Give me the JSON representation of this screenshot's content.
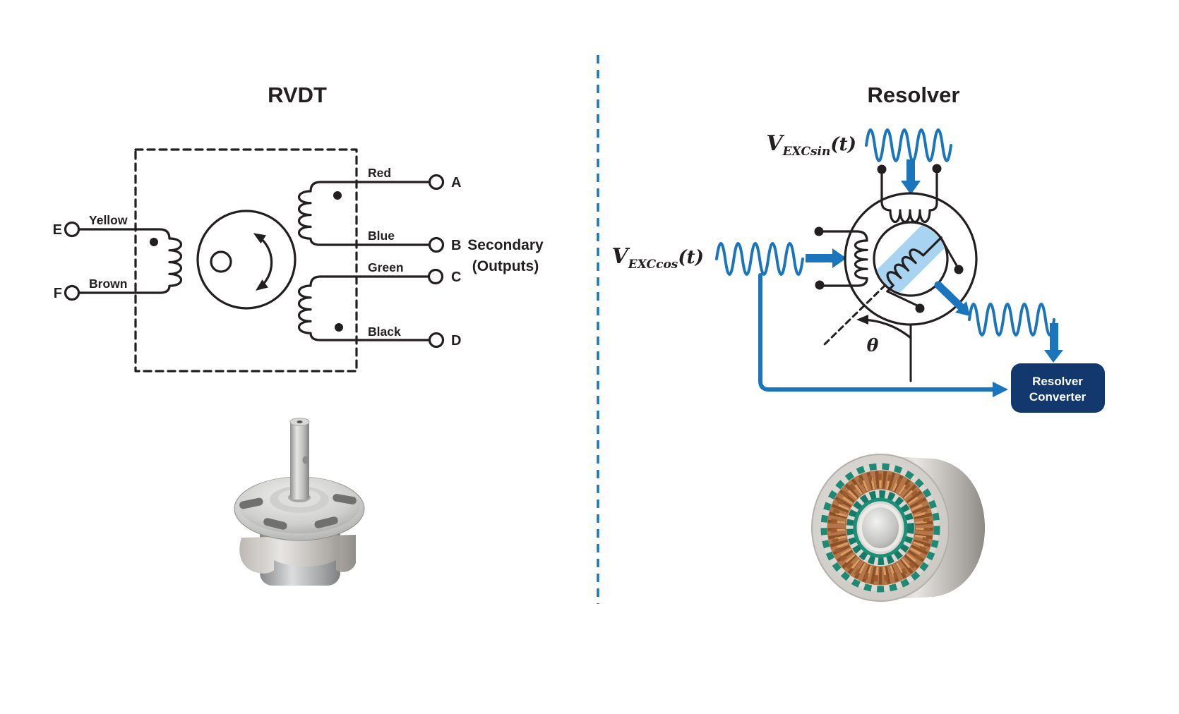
{
  "left": {
    "title": "RVDT",
    "primary": {
      "terminals": [
        {
          "id": "E",
          "wire": "Yellow"
        },
        {
          "id": "F",
          "wire": "Brown"
        }
      ]
    },
    "secondary": {
      "terminals": [
        {
          "id": "A",
          "wire": "Red"
        },
        {
          "id": "B",
          "wire": "Blue"
        },
        {
          "id": "C",
          "wire": "Green"
        },
        {
          "id": "D",
          "wire": "Black"
        }
      ],
      "caption_line1": "Secondary",
      "caption_line2": "(Outputs)"
    }
  },
  "right": {
    "title": "Resolver",
    "sin_input": {
      "base": "V",
      "sub": "EXCsin",
      "arg": "(t)"
    },
    "cos_input": {
      "base": "V",
      "sub": "EXCcos",
      "arg": "(t)"
    },
    "angle_symbol": "θ",
    "converter": {
      "line1": "Resolver",
      "line2": "Converter"
    }
  },
  "colors": {
    "signal_blue": "#1b75bc",
    "divider_blue": "#1b75bc",
    "converter_navy": "#12386e",
    "rotor_highlight": "#a8d4f2",
    "ink": "#231f20"
  }
}
